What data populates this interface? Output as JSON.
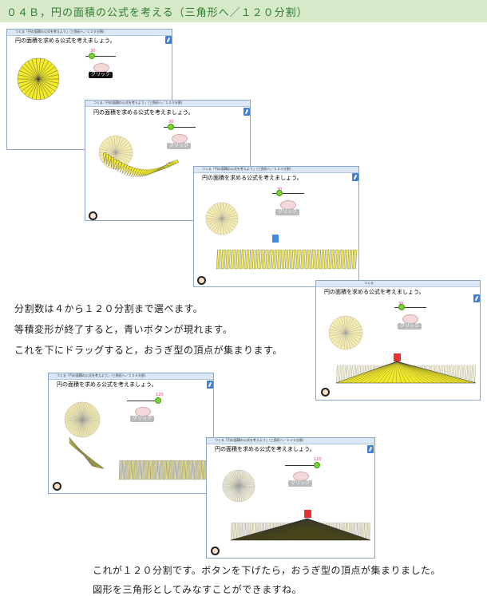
{
  "header": {
    "title": "０４Ｂ，円の面積の公式を考える（三角形へ／１２０分割）"
  },
  "window": {
    "titlebar": "つくる「円の面積の公式を考えよう」（三角形へ／１２０分割）",
    "small_titlebar": "つくる",
    "prompt": "円の面積を求める公式を考えましょう。",
    "click_label": "クリック",
    "slider_30": "30",
    "slider_120": "120"
  },
  "description_1": [
    "分割数は４から１２０分割まで選べます。",
    "等積変形が終了すると，青いボタンが現れます。",
    "これを下にドラッグすると，おうぎ型の頂点が集まります。"
  ],
  "description_2": [
    "これが１２０分割です。ボタンを下げたら，おうぎ型の頂点が集まりました。",
    "図形を三角形としてみなすことができますね。"
  ],
  "colors": {
    "sector": "#f2ea2a",
    "sector_pale": "#f6eeb0",
    "header_bg": "#d6e9c9",
    "header_text": "#2e7d32"
  }
}
